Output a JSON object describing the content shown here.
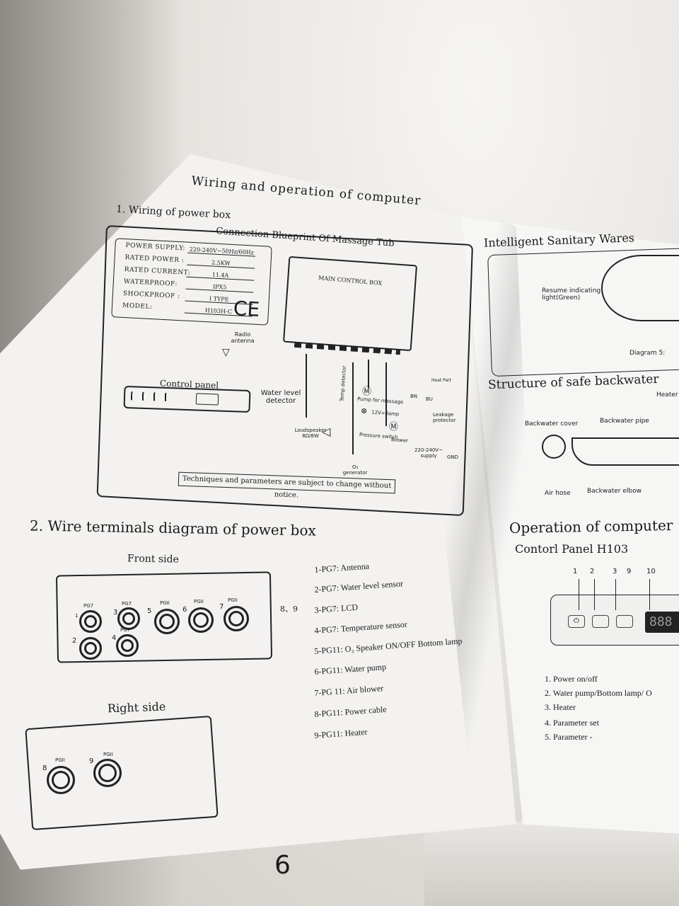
{
  "left_page": {
    "title": "Wiring and operation of computer",
    "section1": "1. Wiring of power box",
    "diagram_title": "Connection Blueprint Of Massage Tub",
    "specs": [
      {
        "label": "POWER  SUPPLY:",
        "value": "220-240V~50Hz/60Hz"
      },
      {
        "label": "RATED  POWER :",
        "value": "2.5KW"
      },
      {
        "label": "RATED   CURRENT:",
        "value": "11.4A"
      },
      {
        "label": "WATERPROOF:",
        "value": "IPX5"
      },
      {
        "label": "SHOCKPROOF :",
        "value": "I TYPE"
      },
      {
        "label": "MODEL:",
        "value": "H103H-C"
      }
    ],
    "ce_mark": "CE",
    "main_control_box": "MAIN CONTROL BOX",
    "radio_antenna": "Radio antenna",
    "control_panel": "Control panel",
    "water_level": "Water level detector",
    "temp_detector": "Temp detector",
    "pump_for_massage": "Pump for massage",
    "lamp": "12V= lamp",
    "loudspeaker": "Loudspeaker 8Ω/8W",
    "pressure_switch": "Pressure switch",
    "blower": "Blower",
    "o3_generator": "O₃ generator",
    "leakage_protector": "Leakage protector",
    "supply": "220-240V~ supply",
    "gnd": "GND",
    "bn": "BN",
    "bu": "BU",
    "heat_part": "Heat Part",
    "notice": "Techniques and parameters are subject to change without notice.",
    "section2": "2. Wire terminals diagram of power box",
    "front_side": "Front side",
    "right_side": "Right side",
    "front_glands": [
      {
        "num": "1",
        "type": "PG7"
      },
      {
        "num": "2",
        "type": "PG7"
      },
      {
        "num": "3",
        "type": "PG7"
      },
      {
        "num": "4",
        "type": "PG7"
      },
      {
        "num": "5",
        "type": "PGII"
      },
      {
        "num": "6",
        "type": "PGII"
      },
      {
        "num": "7",
        "type": "PGII"
      }
    ],
    "front_side_extra": "8、9",
    "right_glands": [
      {
        "num": "8",
        "type": "PGII"
      },
      {
        "num": "9",
        "type": "PGII"
      }
    ],
    "terminals": [
      "1-PG7: Antenna",
      "2-PG7: Water level sensor",
      "3-PG7: LCD",
      "4-PG7: Temperature sensor",
      "5-PG11: O₃  Speaker ON/OFF Bottom lamp",
      "6-PG11: Water pump",
      "7-PG 11: Air blower",
      "8-PG11: Power cable",
      "9-PG11: Heater"
    ],
    "page_number": "6"
  },
  "right_page": {
    "title": "Intelligent Sanitary Wares",
    "resume_light": "Resume indicating light(Green)",
    "diagram5": "Diagram 5:",
    "structure": "Structure of safe backwater",
    "heater": "Heater",
    "backwater_cover": "Backwater cover",
    "backwater_pipe": "Backwater pipe",
    "air_hose": "Air hose",
    "backwater_elbow": "Backwater elbow",
    "operation": "Operation of computer",
    "control_panel_model": "Contorl Panel  H103",
    "panel_numbers": [
      "1",
      "2",
      "3",
      "9",
      "10"
    ],
    "display_text": "888",
    "functions": [
      "1. Power on/off",
      "2. Water pump/Bottom lamp/ O",
      "3. Heater",
      "4. Parameter set",
      "5. Parameter -"
    ]
  }
}
